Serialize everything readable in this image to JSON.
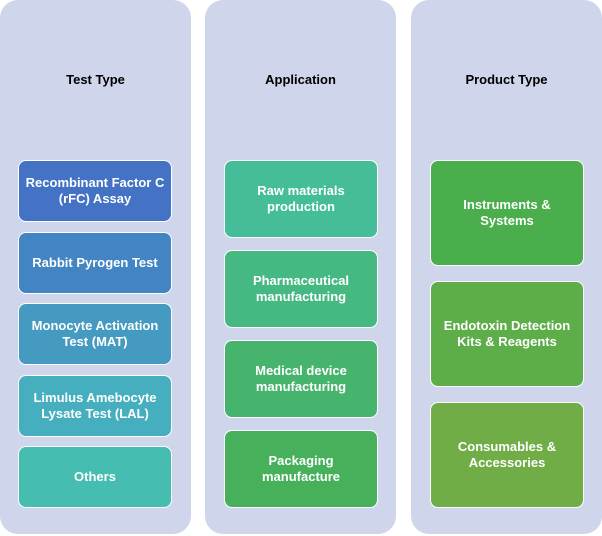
{
  "columns": [
    {
      "title": "Test Type",
      "items": [
        {
          "label": "Recombinant Factor C (rFC) Assay",
          "color": "#4472c4"
        },
        {
          "label": "Rabbit Pyrogen Test",
          "color": "#4285c2"
        },
        {
          "label": "Monocyte Activation Test (MAT)",
          "color": "#449ac0"
        },
        {
          "label": "Limulus Amebocyte Lysate Test (LAL)",
          "color": "#45afbf"
        },
        {
          "label": "Others",
          "color": "#45bdb0"
        }
      ]
    },
    {
      "title": "Application",
      "items": [
        {
          "label": "Raw materials production",
          "color": "#45bd98"
        },
        {
          "label": "Pharmaceutical manufacturing",
          "color": "#46b982"
        },
        {
          "label": "Medical device manufacturing",
          "color": "#46b46d"
        },
        {
          "label": "Packaging manufacture",
          "color": "#47b05b"
        }
      ]
    },
    {
      "title": "Product Type",
      "items": [
        {
          "label": "Instruments & Systems",
          "color": "#4aae4d"
        },
        {
          "label": "Endotoxin Detection Kits & Reagents",
          "color": "#5dad48"
        },
        {
          "label": "Consumables & Accessories",
          "color": "#70ad47"
        }
      ]
    }
  ]
}
